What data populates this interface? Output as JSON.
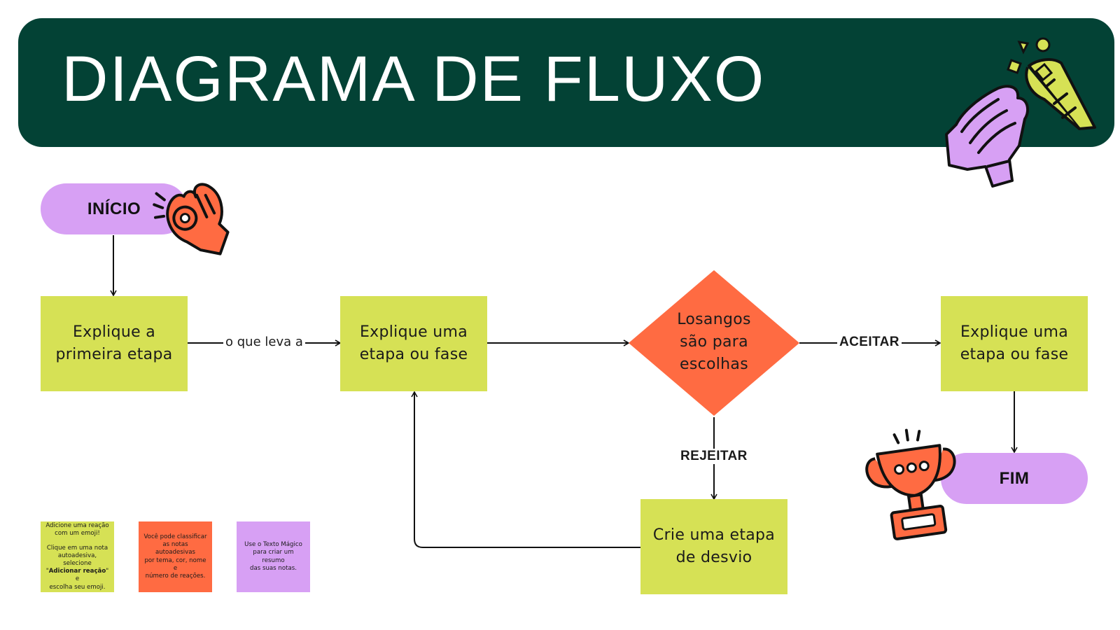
{
  "header": {
    "title": "DIAGRAMA DE FLUXO"
  },
  "nodes": {
    "start": "INÍCIO",
    "step1": [
      "Explique a",
      "primeira etapa"
    ],
    "step2": [
      "Explique uma",
      "etapa ou fase"
    ],
    "decision": [
      "Losangos",
      "são para",
      "escolhas"
    ],
    "step3": [
      "Explique uma",
      "etapa ou fase"
    ],
    "detour": [
      "Crie uma etapa",
      "de desvio"
    ],
    "end": "FIM"
  },
  "edges": {
    "leads_to": "o que leva a",
    "accept": "ACEITAR",
    "reject": "REJEITAR"
  },
  "notes": {
    "green": {
      "line1": "Adicione uma reação",
      "line2": "com um emoji!",
      "line3": "Clique em uma nota",
      "line4": "autoadesiva, selecione",
      "line5_bold": "Adicionar reação",
      "line5_suffix": " e",
      "line6": "escolha seu emoji."
    },
    "orange": [
      "Você pode classificar",
      "as notas autoadesivas",
      "por tema, cor, nome e",
      "número de reações."
    ],
    "purple": [
      "Use o Texto Mágico",
      "para criar um resumo",
      "das suas notas."
    ]
  },
  "stickers": [
    "party-popper-icon",
    "clapping-hands-icon",
    "ok-hand-icon",
    "trophy-icon"
  ],
  "colors": {
    "header_bg": "#034235",
    "lime": "#d6e155",
    "orange": "#ff6b42",
    "purple": "#d7a0f4"
  }
}
